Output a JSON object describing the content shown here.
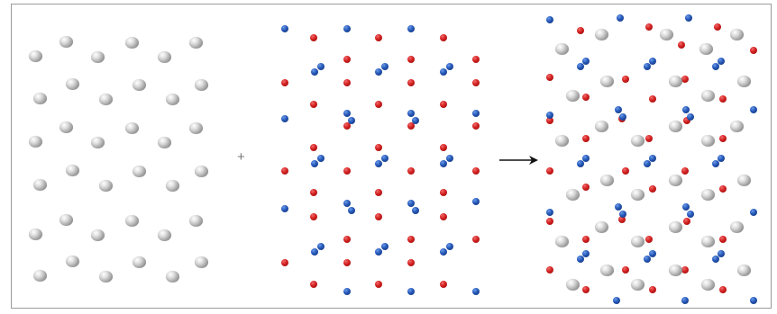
{
  "figure": {
    "operator_symbol": "+",
    "colors": {
      "metal_atom": "#b5b5b5",
      "oxygen_atom": "#d21f1f",
      "nitrogen_like_atom": "#2456b7",
      "frame_border": "#9a9a9a",
      "arrow": "#111111"
    },
    "panels": [
      {
        "name": "metal-lattice",
        "atom_types": [
          "grey"
        ]
      },
      {
        "name": "molecular-gas",
        "atom_types": [
          "red",
          "blue"
        ]
      },
      {
        "name": "reaction-product",
        "atom_types": [
          "grey",
          "red",
          "blue"
        ]
      }
    ],
    "icons": {
      "arrow": "right-arrow-icon"
    }
  }
}
